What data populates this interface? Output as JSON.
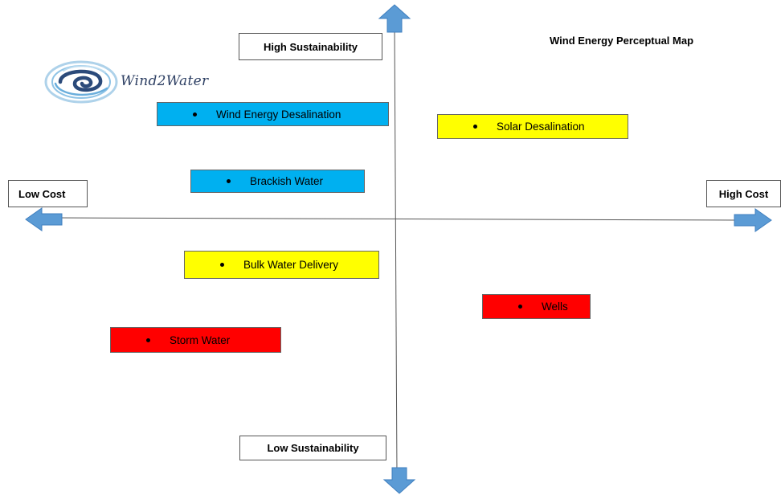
{
  "title": "Wind Energy Perceptual Map",
  "logo": {
    "text": "Wind2Water",
    "icon": "swirl-logo-icon"
  },
  "axes": {
    "top_label": "High Sustainability",
    "bottom_label": "Low Sustainability",
    "left_label": "Low Cost",
    "right_label": "High Cost",
    "arrow_color": "#5b9bd5",
    "line_color": "#555555"
  },
  "items": [
    {
      "label": "Wind Energy Desalination",
      "color": "#00b0f0",
      "cost_index": -1.6,
      "sustainability_index": 2.1
    },
    {
      "label": "Solar Desalination",
      "color": "#ffff00",
      "cost_index": 1.2,
      "sustainability_index": 1.9
    },
    {
      "label": "Brackish Water",
      "color": "#00b0f0",
      "cost_index": -1.1,
      "sustainability_index": 0.8
    },
    {
      "label": "Bulk Water Delivery",
      "color": "#ffff00",
      "cost_index": -1.2,
      "sustainability_index": -0.9
    },
    {
      "label": "Wells",
      "color": "#ff0000",
      "cost_index": 1.2,
      "sustainability_index": -1.7
    },
    {
      "label": "Storm Water",
      "color": "#ff0000",
      "cost_index": -2.0,
      "sustainability_index": -2.3
    }
  ]
}
